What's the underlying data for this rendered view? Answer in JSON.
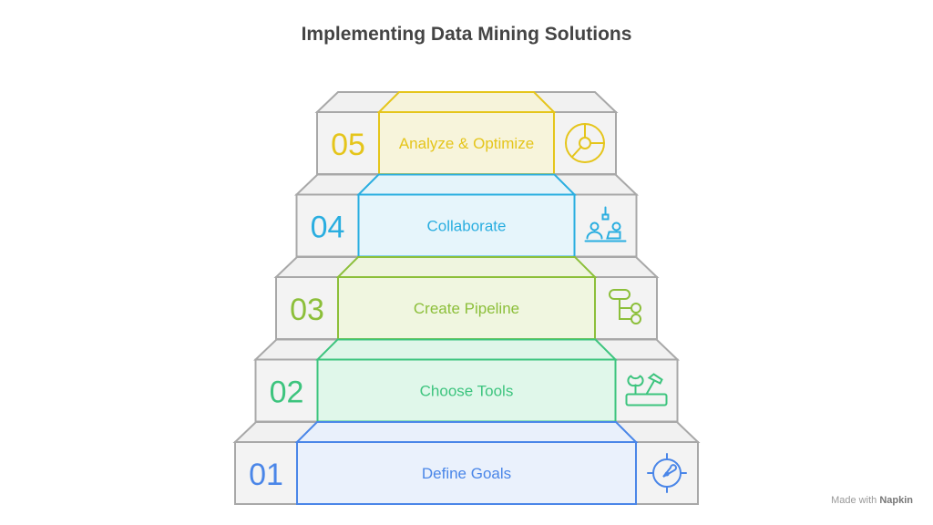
{
  "title": "Implementing Data Mining Solutions",
  "steps": [
    {
      "number": "01",
      "label": "Define Goals",
      "icon": "target-icon",
      "color": "#4a86e8",
      "fill": "#e8f0fd"
    },
    {
      "number": "02",
      "label": "Choose Tools",
      "icon": "toolbox-icon",
      "color": "#3dc47e",
      "fill": "#dcf7e8"
    },
    {
      "number": "03",
      "label": "Create Pipeline",
      "icon": "pipeline-icon",
      "color": "#8cbf3a",
      "fill": "#eef6dc"
    },
    {
      "number": "04",
      "label": "Collaborate",
      "icon": "collaboration-icon",
      "color": "#2aaee0",
      "fill": "#e3f4fb"
    },
    {
      "number": "05",
      "label": "Analyze & Optimize",
      "icon": "analytics-icon",
      "color": "#e5c51b",
      "fill": "#f7f3d6"
    }
  ],
  "watermark": {
    "prefix": "Made with",
    "brand": "Napkin"
  }
}
